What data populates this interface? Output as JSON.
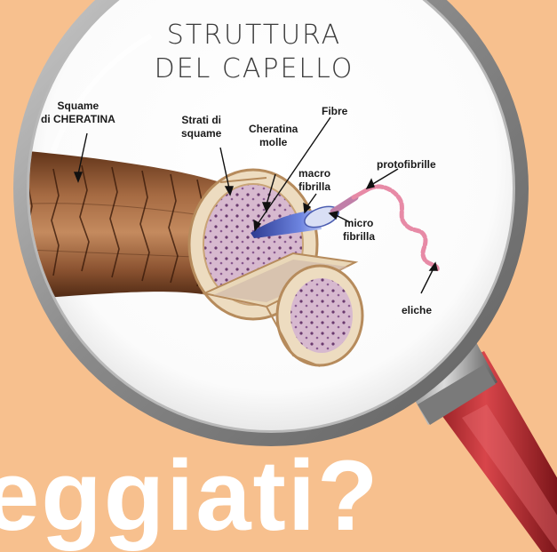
{
  "diagram": {
    "title_line1": "STRUTTURA",
    "title_line2": "DEL CAPELLO",
    "labels": {
      "squame_line1": "Squame",
      "squame_line2": "di CHERATINA",
      "strati_line1": "Strati di",
      "strati_line2": "squame",
      "cheratina_line1": "Cheratina",
      "cheratina_line2": "molle",
      "fibre": "Fibre",
      "protofibrille": "protofibrille",
      "macro_line1": "macro",
      "macro_line2": "fibrilla",
      "micro_line1": "micro",
      "micro_line2": "fibrilla",
      "eliche": "eliche"
    }
  },
  "banner": {
    "headline": "eggiati?"
  },
  "colors": {
    "background": "#f7c08e",
    "hair_brown": "#8a5230",
    "lens_frame": "#9a9a9a",
    "handle_red": "#b8242a",
    "fibril_pink": "#e78aa6",
    "fiber_blue": "#3f55b8"
  }
}
